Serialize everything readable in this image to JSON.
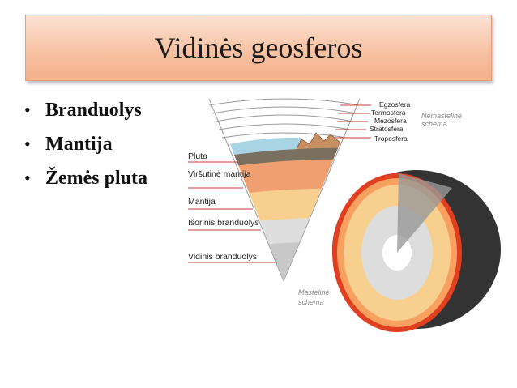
{
  "slide": {
    "title": "Vidinės geosferos",
    "bullets": [
      {
        "marker": "•",
        "text": "Branduolys"
      },
      {
        "marker": "•",
        "text": "Mantija"
      },
      {
        "marker": "•",
        "text": "Žemės pluta"
      }
    ]
  },
  "diagram": {
    "atmosphere_labels": [
      "Egzosfera",
      "Termosfera",
      "Mezosfera",
      "Stratosfera",
      "Troposfera"
    ],
    "non_scale_label": [
      "Nemastelinė",
      "schema"
    ],
    "layer_labels": [
      "Pluta",
      "Viršutinė mantija",
      "Mantija",
      "Išorinis branduolys",
      "Vidinis branduolys"
    ],
    "scale_label": [
      "Mastelinė",
      "schema"
    ],
    "colors": {
      "ocean": "#a8d4e4",
      "crust": "#7a7060",
      "upper_mantle": "#f0a070",
      "mantle": "#f7d090",
      "outer_core": "#dddddd",
      "inner_core": "#c8c8c8",
      "title_accent": "#f4b08c",
      "leader_line": "#c04040"
    }
  }
}
